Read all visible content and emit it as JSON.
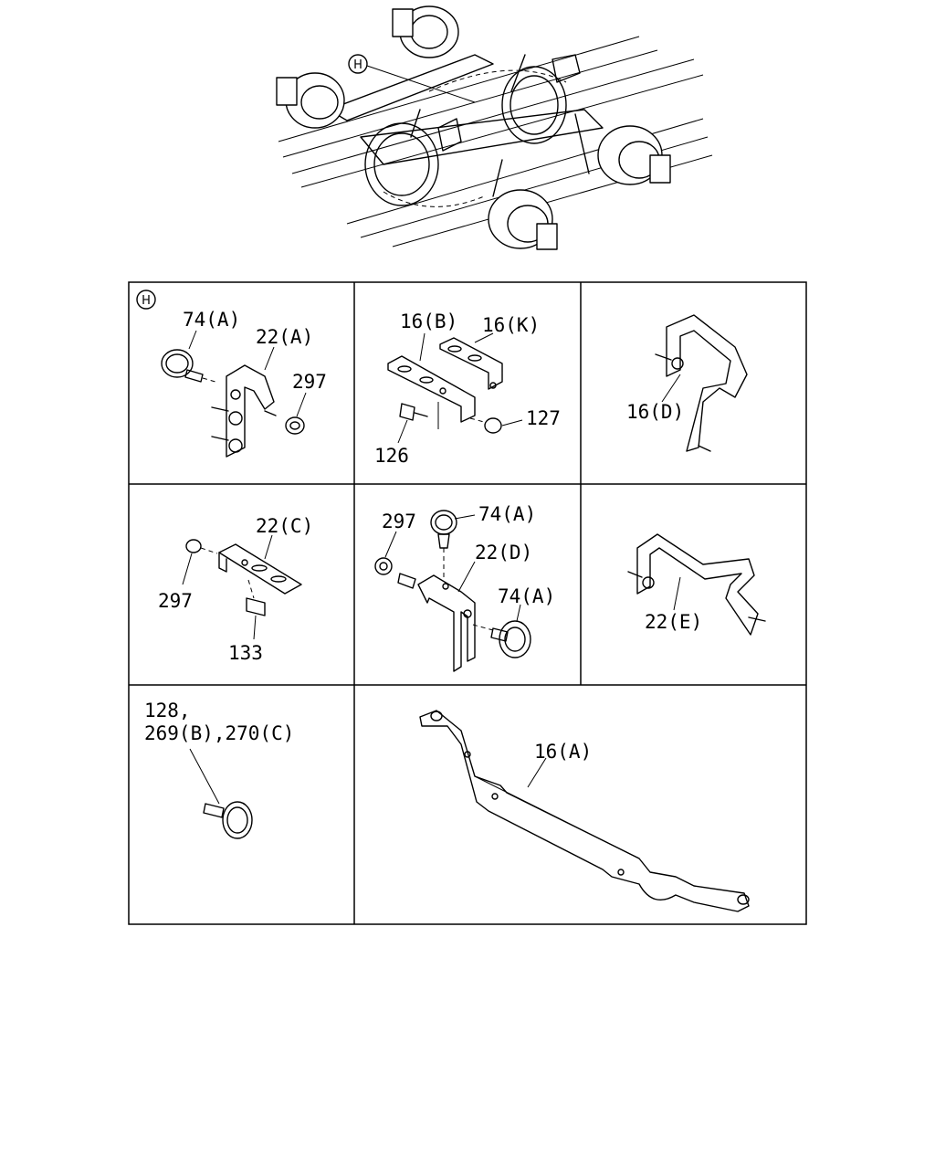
{
  "overview": {
    "marker": "H"
  },
  "panel_h": {
    "marker": "H",
    "labels": [
      "74(A)",
      "22(A)",
      "297"
    ]
  },
  "panel_16bk": {
    "labels": [
      "16(B)",
      "16(K)",
      "127",
      "126"
    ]
  },
  "panel_16d": {
    "labels": [
      "16(D)"
    ]
  },
  "panel_22c": {
    "labels": [
      "22(C)",
      "297",
      "133"
    ]
  },
  "panel_22d": {
    "labels": [
      "297",
      "74(A)",
      "22(D)",
      "74(A)"
    ]
  },
  "panel_22e": {
    "labels": [
      "22(E)"
    ]
  },
  "panel_clamp": {
    "labels": [
      "128,",
      "269(B),270(C)"
    ]
  },
  "panel_16a": {
    "labels": [
      "16(A)"
    ]
  }
}
